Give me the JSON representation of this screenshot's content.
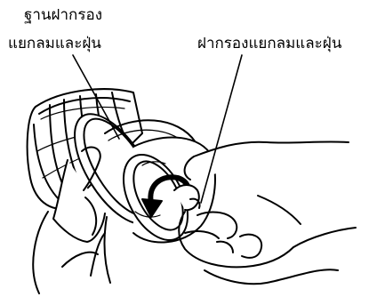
{
  "labels": {
    "base_line1": "ฐานฝากรอง",
    "base_line2": "แยกลมและฝุ่น",
    "cover": "ฝากรองแยกลมและฝุ่น"
  },
  "colors": {
    "stroke": "#000000",
    "fill": "#ffffff"
  }
}
